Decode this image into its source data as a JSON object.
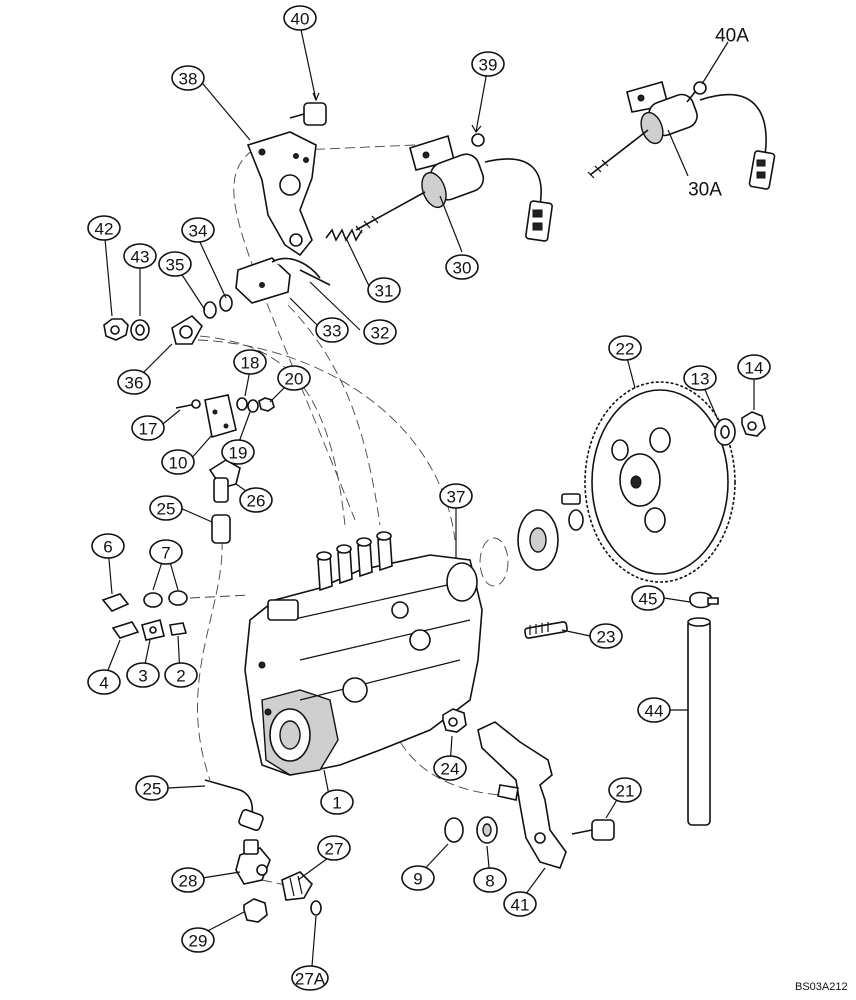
{
  "diagram": {
    "drawing_code": "BS03A212",
    "callouts": [
      "1",
      "2",
      "3",
      "4",
      "6",
      "7",
      "8",
      "9",
      "10",
      "13",
      "14",
      "17",
      "18",
      "19",
      "20",
      "21",
      "22",
      "23",
      "24",
      "25",
      "25",
      "26",
      "27",
      "27A",
      "28",
      "29",
      "30",
      "31",
      "32",
      "33",
      "34",
      "35",
      "36",
      "37",
      "38",
      "39",
      "40",
      "41",
      "42",
      "43",
      "44",
      "45"
    ],
    "plain_labels": [
      "40A",
      "30A"
    ],
    "icons": [
      "fuel-injection-pump",
      "drive-gear",
      "shutoff-solenoid",
      "mounting-bracket",
      "fuel-line",
      "hose",
      "banjo-fitting",
      "washer",
      "nut",
      "bolt",
      "clamp",
      "spring",
      "clevis"
    ]
  }
}
